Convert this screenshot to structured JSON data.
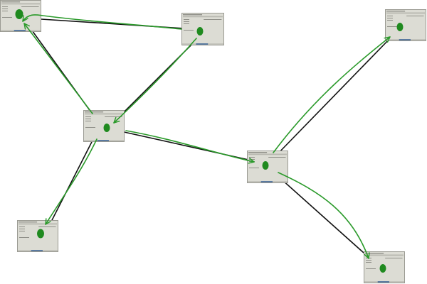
{
  "colors": {
    "background": "#ffffff",
    "panel_fill": "#dcdcd4",
    "panel_border": "#9a9a92",
    "panel_ui_lines": "#8f8f88",
    "panel_status_accent": "#5a7aa0",
    "dot_fill": "#1f8a1f",
    "edge_black": "#111111",
    "arrow_green": "#2a9a2a"
  },
  "nodes": [
    {
      "id": "A",
      "name": "top-left-window-node"
    },
    {
      "id": "B",
      "name": "top-center-window-node"
    },
    {
      "id": "C",
      "name": "middle-left-window-node"
    },
    {
      "id": "D",
      "name": "bottom-left-window-node"
    },
    {
      "id": "E",
      "name": "middle-right-window-node"
    },
    {
      "id": "F",
      "name": "top-right-window-node"
    },
    {
      "id": "G",
      "name": "bottom-right-window-node"
    }
  ],
  "edges": [
    {
      "from": "A",
      "to": "B"
    },
    {
      "from": "A",
      "to": "C"
    },
    {
      "from": "B",
      "to": "C"
    },
    {
      "from": "C",
      "to": "D"
    },
    {
      "from": "C",
      "to": "E"
    },
    {
      "from": "E",
      "to": "F"
    },
    {
      "from": "E",
      "to": "G"
    }
  ],
  "arrows": [
    {
      "from": "B",
      "to": "A"
    },
    {
      "from": "C",
      "to": "A"
    },
    {
      "from": "B",
      "to": "C"
    },
    {
      "from": "C",
      "to": "D"
    },
    {
      "from": "C",
      "to": "E"
    },
    {
      "from": "E",
      "to": "F"
    },
    {
      "from": "E",
      "to": "G"
    }
  ]
}
